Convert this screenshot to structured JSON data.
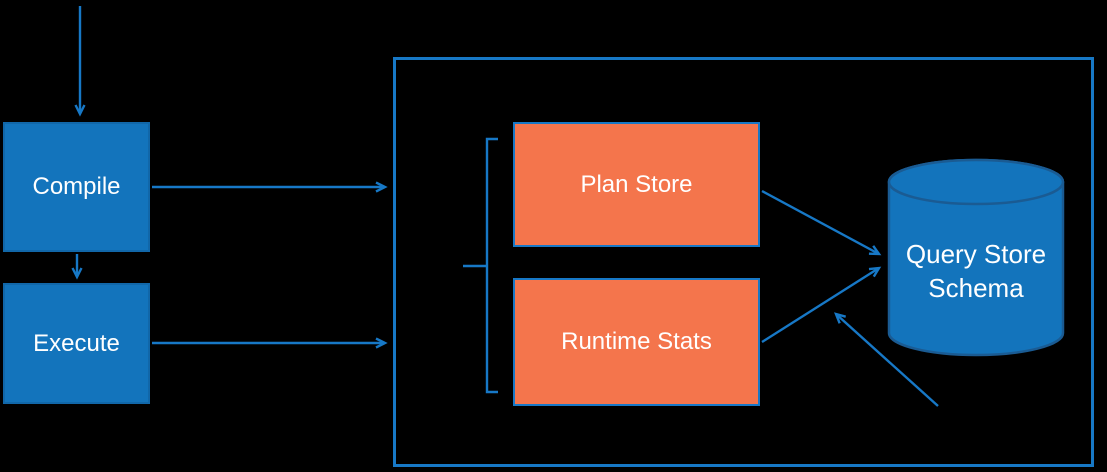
{
  "diagram": {
    "type": "flow-diagram",
    "colors": {
      "background": "#000000",
      "node_blue_fill": "#1374BC",
      "node_orange_fill": "#F4754C",
      "connector_blue": "#1778C6",
      "cylinder_fill": "#1374BC",
      "cylinder_stroke": "#1A5B93",
      "text": "#FFFFFF"
    },
    "nodes": {
      "compile": {
        "label": "Compile"
      },
      "execute": {
        "label": "Execute"
      },
      "plan_store": {
        "label": "Plan Store"
      },
      "runtime_stats": {
        "label": "Runtime Stats"
      },
      "query_store_schema": {
        "label": "Query Store Schema"
      }
    }
  }
}
